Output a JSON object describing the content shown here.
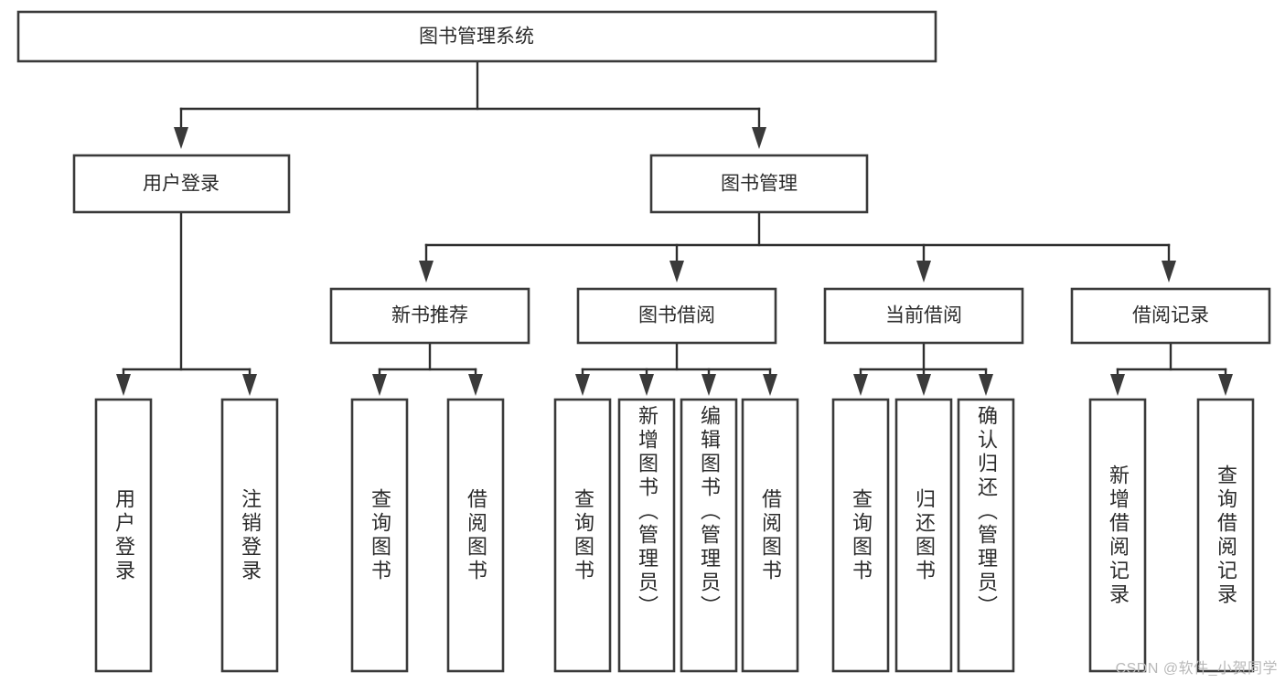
{
  "diagram": {
    "type": "tree-hierarchy",
    "title": "图书管理系统",
    "watermark": "CSDN @软件_小贺同学",
    "colors": {
      "box_stroke": "#3a3a3a",
      "box_fill": "#ffffff",
      "connector": "#2e2e2e",
      "text": "#2b2b2b",
      "watermark": "#b9b9b9",
      "background": "#ffffff"
    },
    "levels": {
      "root": {
        "label": "图书管理系统"
      },
      "level2": [
        {
          "label": "用户登录"
        },
        {
          "label": "图书管理"
        }
      ],
      "level3": [
        {
          "label": "新书推荐"
        },
        {
          "label": "图书借阅"
        },
        {
          "label": "当前借阅"
        },
        {
          "label": "借阅记录"
        }
      ]
    },
    "leaves": {
      "user_login": [
        {
          "label": "用户登录"
        },
        {
          "label": "注销登录"
        }
      ],
      "new_book_recommend": [
        {
          "label": "查询图书"
        },
        {
          "label": "借阅图书"
        }
      ],
      "book_borrow": [
        {
          "label": "查询图书"
        },
        {
          "label": "新增图书（管理员）"
        },
        {
          "label": "编辑图书（管理员）"
        },
        {
          "label": "借阅图书"
        }
      ],
      "current_borrow": [
        {
          "label": "查询图书"
        },
        {
          "label": "归还图书"
        },
        {
          "label": "确认归还（管理员）"
        }
      ],
      "borrow_record": [
        {
          "label": "新增借阅记录"
        },
        {
          "label": "查询借阅记录"
        }
      ]
    }
  }
}
